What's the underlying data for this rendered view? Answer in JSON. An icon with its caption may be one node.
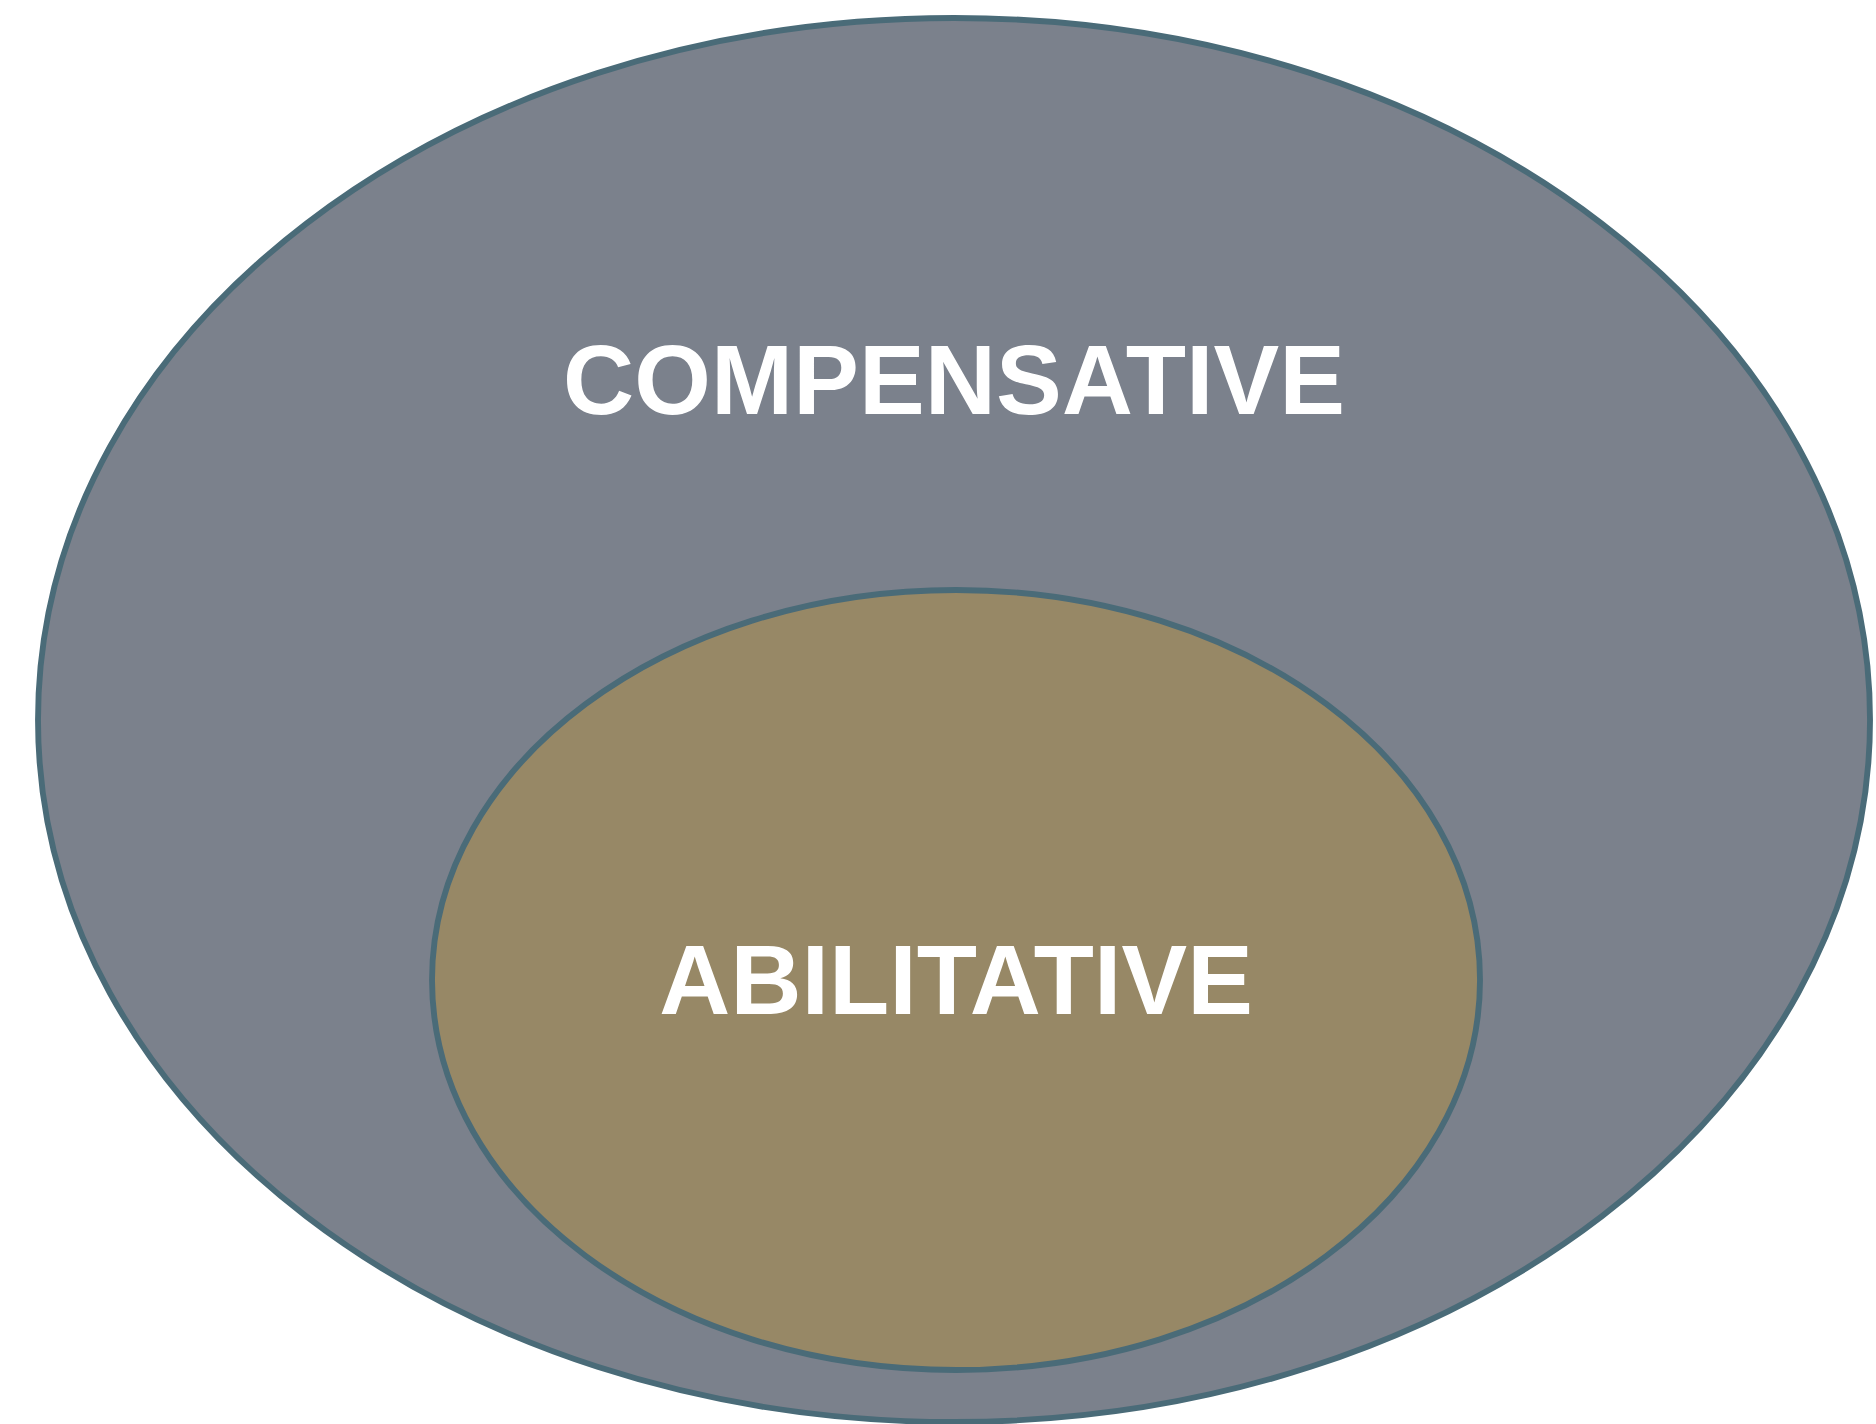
{
  "diagram": {
    "nodes": [
      {
        "text": [
          "COMPENSATIVE"
        ]
      },
      {
        "text": [
          "ABILITATIVE"
        ],
        "in": 0
      }
    ]
  }
}
